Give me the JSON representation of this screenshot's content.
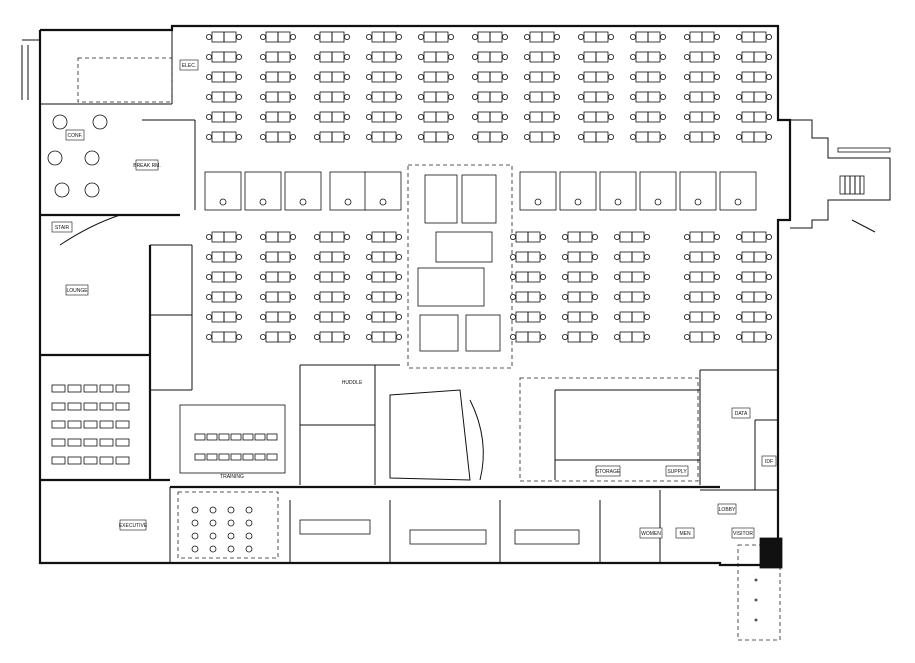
{
  "plan": {
    "labels": {
      "conference_left": "CONF.",
      "lounge": "LOUNGE",
      "breakroom": "BREAK RM.",
      "training": "TRAINING",
      "huddle": "HUDDLE",
      "executive": "EXECUTIVE",
      "storage": "STORAGE",
      "supply": "SUPPLY",
      "data": "DATA",
      "idf": "IDF",
      "lobby": "LOBBY",
      "visitor": "VISITOR",
      "women": "WOMEN",
      "men": "MEN",
      "elec": "ELEC.",
      "stair": "STAIR"
    },
    "colors": {
      "ink": "#111111",
      "paper": "#ffffff"
    }
  }
}
